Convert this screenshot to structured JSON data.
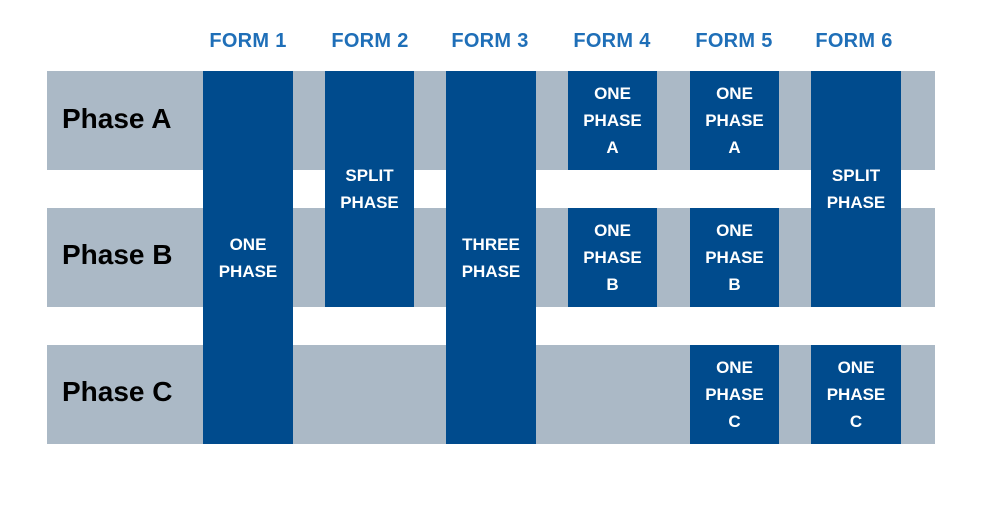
{
  "headers": [
    "FORM 1",
    "FORM 2",
    "FORM 3",
    "FORM 4",
    "FORM 5",
    "FORM 6"
  ],
  "phases": [
    "Phase A",
    "Phase B",
    "Phase C"
  ],
  "blocks": {
    "form1_one_phase": "ONE\nPHASE",
    "form2_split_phase": "SPLIT\nPHASE",
    "form3_three_phase": "THREE\nPHASE",
    "form4_one_phase_a": "ONE\nPHASE\nA",
    "form4_one_phase_b": "ONE\nPHASE\nB",
    "form5_one_phase_a": "ONE\nPHASE\nA",
    "form5_one_phase_b": "ONE\nPHASE\nB",
    "form5_one_phase_c": "ONE\nPHASE\nC",
    "form6_split_phase": "SPLIT\nPHASE",
    "form6_one_phase_c": "ONE\nPHASE\nC"
  },
  "colors": {
    "header_text": "#1f6fb8",
    "phase_band": "#abb9c6",
    "block_fill": "#004b8d",
    "block_text": "#ffffff"
  }
}
